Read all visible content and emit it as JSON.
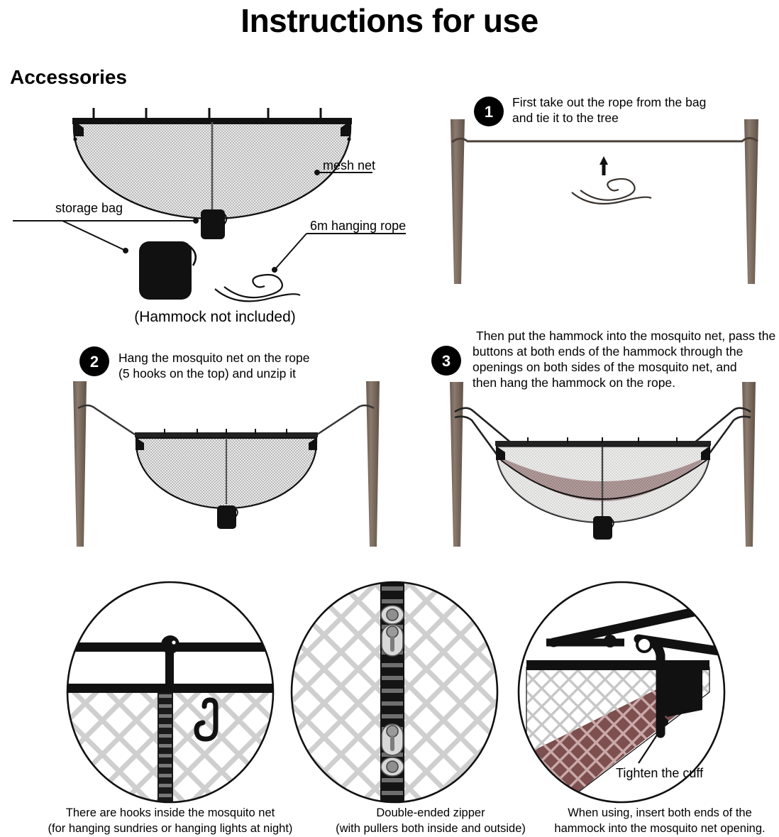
{
  "page": {
    "title": "Instructions for use",
    "section_heading": "Accessories"
  },
  "accessories": {
    "labels": {
      "mesh_net": "mesh net",
      "storage_bag": "storage bag",
      "hanging_rope": "6m hanging rope",
      "note": "(Hammock not included)"
    }
  },
  "steps": [
    {
      "number": "1",
      "lines": [
        "First take out the rope from the bag",
        "and tie it to the tree"
      ]
    },
    {
      "number": "2",
      "lines": [
        "Hang the mosquito net on the rope",
        "(5 hooks on the top) and unzip it"
      ]
    },
    {
      "number": "3",
      "lines": [
        "Then put the hammock into the mosquito net, pass the",
        "buttons at both ends of the hammock through the",
        "openings on both sides of the mosquito net, and",
        "then hang the hammock on the rope."
      ]
    }
  ],
  "details": [
    {
      "name": "hook-detail",
      "caption_lines": [
        "There are hooks inside the mosquito net",
        "(for hanging sundries or hanging lights at night)"
      ]
    },
    {
      "name": "zipper-detail",
      "caption_lines": [
        "Double-ended zipper",
        "(with pullers both inside and outside)"
      ]
    },
    {
      "name": "cuff-detail",
      "inline_label": "Tighten the cuff",
      "caption_lines": [
        "When using, insert both ends of the",
        "hammock into the mosquito net opening."
      ]
    }
  ],
  "colors": {
    "ink": "#111111",
    "tree": "#7a6a5e",
    "tree_dark": "#5e5048",
    "mesh_fill": "#e9e9e9",
    "hammock": "#7d4f4f",
    "zipper": "#1a1a1a",
    "net_grid": "#c9c9c9",
    "badge": "#000000",
    "badge_text": "#ffffff"
  }
}
